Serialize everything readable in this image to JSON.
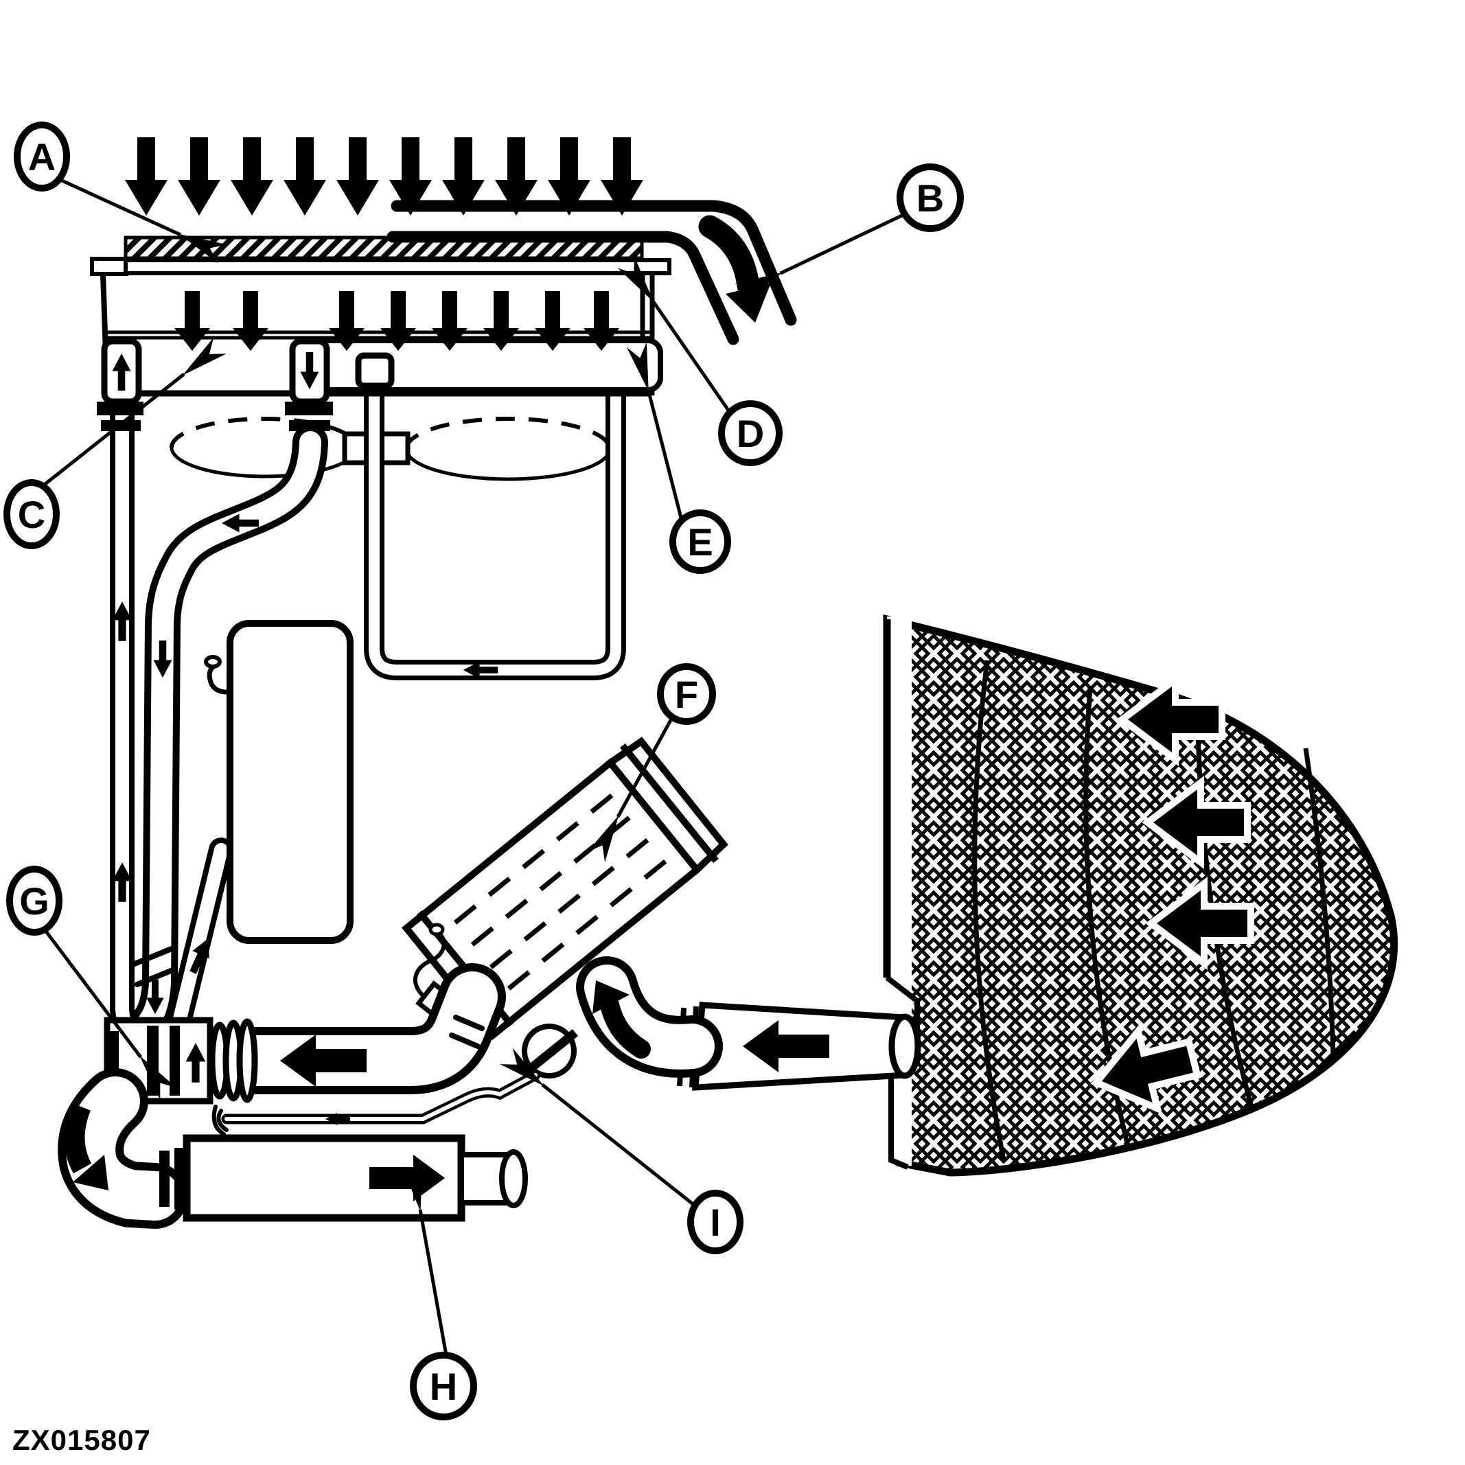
{
  "figure": {
    "code": "ZX015807"
  },
  "callouts": [
    {
      "label": "A"
    },
    {
      "label": "B"
    },
    {
      "label": "C"
    },
    {
      "label": "D"
    },
    {
      "label": "E"
    },
    {
      "label": "F"
    },
    {
      "label": "G"
    },
    {
      "label": "H"
    },
    {
      "label": "I"
    }
  ],
  "colors": {
    "ink": "#000000",
    "background": "#ffffff"
  }
}
